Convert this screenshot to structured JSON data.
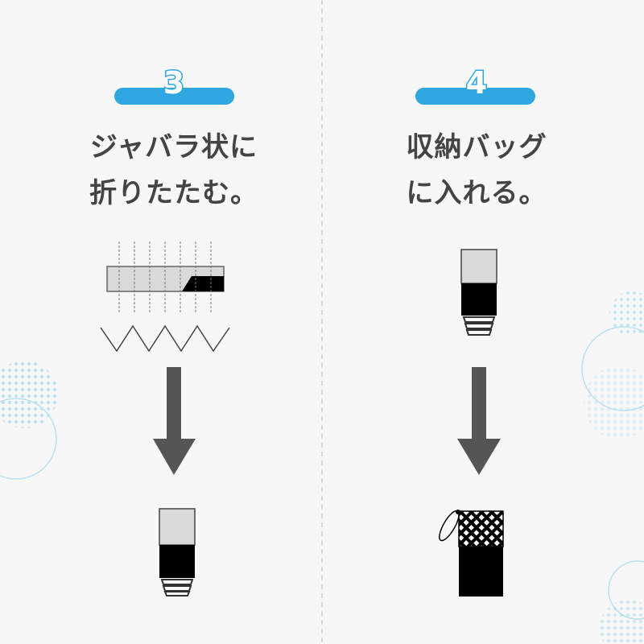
{
  "steps": [
    {
      "number": "3",
      "line1": "ジャバラ状に",
      "line2": "折りたたむ。"
    },
    {
      "number": "4",
      "line1": "収納バッグ",
      "line2": "に入れる。"
    }
  ],
  "colors": {
    "accent": "#2ea7e0",
    "text": "#444444",
    "arrow": "#555555",
    "background": "#f7f7f7",
    "decor": "#8fd0ef"
  }
}
